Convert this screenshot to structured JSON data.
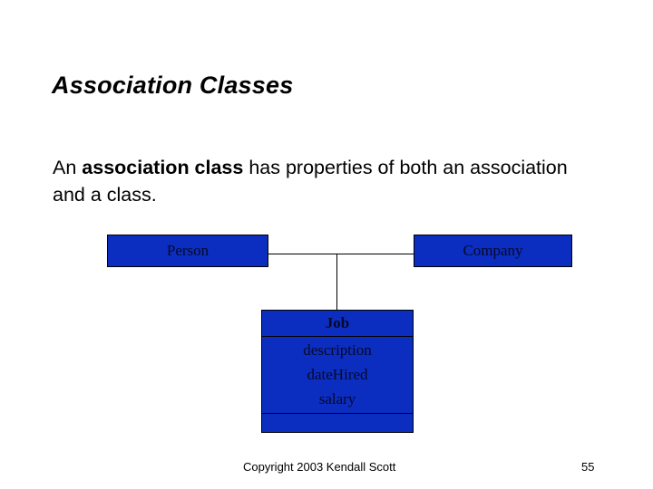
{
  "slide": {
    "title": "Association Classes",
    "body": {
      "before": "An ",
      "emphasis": "association class",
      "after": " has properties of both an association and a class."
    }
  },
  "diagram": {
    "type": "uml-class-diagram",
    "colors": {
      "box_fill": "#0B2EC0",
      "box_border": "#000000",
      "box_text": "#080828",
      "line": "#000000"
    },
    "classes": [
      {
        "name": "Person",
        "attributes": [],
        "operations": []
      },
      {
        "name": "Company",
        "attributes": [],
        "operations": []
      },
      {
        "name": "Job",
        "attributes": [
          "description",
          "dateHired",
          "salary"
        ],
        "operations": []
      }
    ],
    "association": {
      "from": "Person",
      "to": "Company",
      "association_class": "Job"
    }
  },
  "footer": {
    "copyright": "Copyright 2003 Kendall Scott",
    "page_number": "55"
  }
}
